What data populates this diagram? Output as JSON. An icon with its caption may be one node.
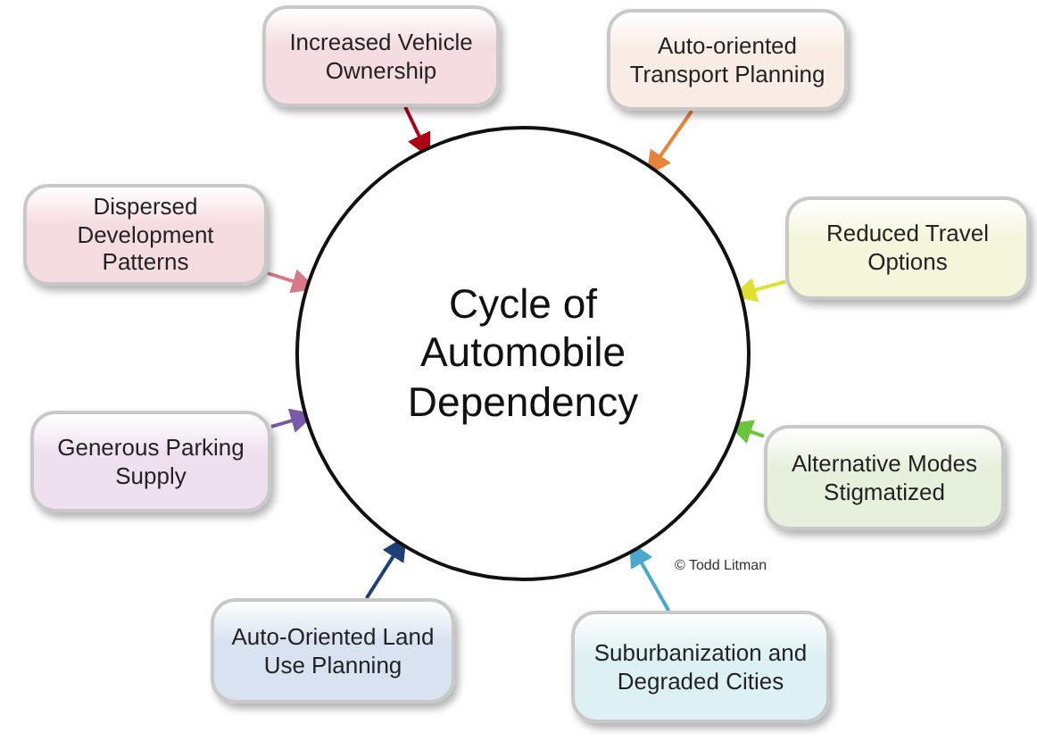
{
  "diagram": {
    "nodes": [
      {
        "text": [
          "Cycle of Automobile Dependency"
        ]
      },
      {
        "text": [
          "Increased Vehicle Ownership"
        ]
      },
      {
        "text": [
          "Auto-oriented Transport Planning"
        ]
      },
      {
        "text": [
          "Reduced Travel Options"
        ]
      },
      {
        "text": [
          "Alternative Modes Stigmatized"
        ]
      },
      {
        "text": [
          "Suburbanization and Degraded Cities"
        ]
      },
      {
        "text": [
          "Auto-Oriented Land Use Planning"
        ]
      },
      {
        "text": [
          "Generous Parking Supply"
        ]
      },
      {
        "text": [
          "Dispersed Development Patterns"
        ]
      }
    ],
    "edges": [
      {
        "from": 1,
        "to": 0,
        "arrow": "to",
        "color": "#b00018"
      },
      {
        "from": 2,
        "to": 0,
        "arrow": "to",
        "color": "#e8843a"
      },
      {
        "from": 3,
        "to": 0,
        "arrow": "to",
        "color": "#e0e030"
      },
      {
        "from": 4,
        "to": 0,
        "arrow": "to",
        "color": "#6cc43a"
      },
      {
        "from": 5,
        "to": 0,
        "arrow": "to",
        "color": "#4aa8cc"
      },
      {
        "from": 6,
        "to": 0,
        "arrow": "to",
        "color": "#1e3f78"
      },
      {
        "from": 7,
        "to": 0,
        "arrow": "to",
        "color": "#7a5aa8"
      },
      {
        "from": 8,
        "to": 0,
        "arrow": "to",
        "color": "#d87888"
      }
    ],
    "labels": [
      "© Todd Litman"
    ]
  }
}
